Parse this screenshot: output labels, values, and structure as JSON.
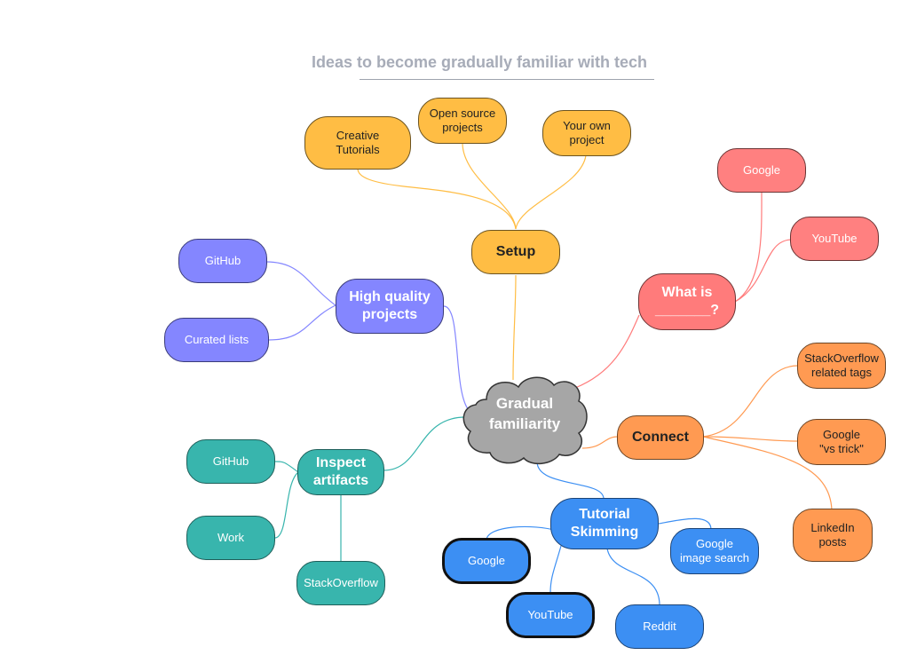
{
  "title": "Ideas to become gradually familiar with tech",
  "center": {
    "line1": "Gradual",
    "line2": "familiarity"
  },
  "setup": {
    "label": "Setup",
    "children": [
      "Creative Tutorials",
      "Open source projects",
      "Your own project"
    ]
  },
  "what_is": {
    "label_line1": "What is",
    "label_line2": "_______?",
    "children": [
      "Google",
      "YouTube"
    ]
  },
  "connect": {
    "label": "Connect",
    "children": [
      "StackOverflow related tags",
      "Google \"vs trick\"",
      "LinkedIn posts"
    ]
  },
  "high_quality": {
    "label_line1": "High quality",
    "label_line2": "projects",
    "children": [
      "GitHub",
      "Curated lists"
    ]
  },
  "inspect": {
    "label_line1": "Inspect",
    "label_line2": "artifacts",
    "children": [
      "GitHub",
      "Work",
      "StackOverflow"
    ]
  },
  "tutorial": {
    "label_line1": "Tutorial",
    "label_line2": "Skimming",
    "children": [
      "Google",
      "YouTube",
      "Reddit",
      "Google image search"
    ]
  },
  "colors": {
    "setup": "#ffbd44",
    "what_is": "#ff7b7b",
    "connect": "#ff9a52",
    "high_quality": "#8486ff",
    "inspect": "#38b5ad",
    "tutorial": "#3c8ff3",
    "center": "#a6a6a6"
  }
}
